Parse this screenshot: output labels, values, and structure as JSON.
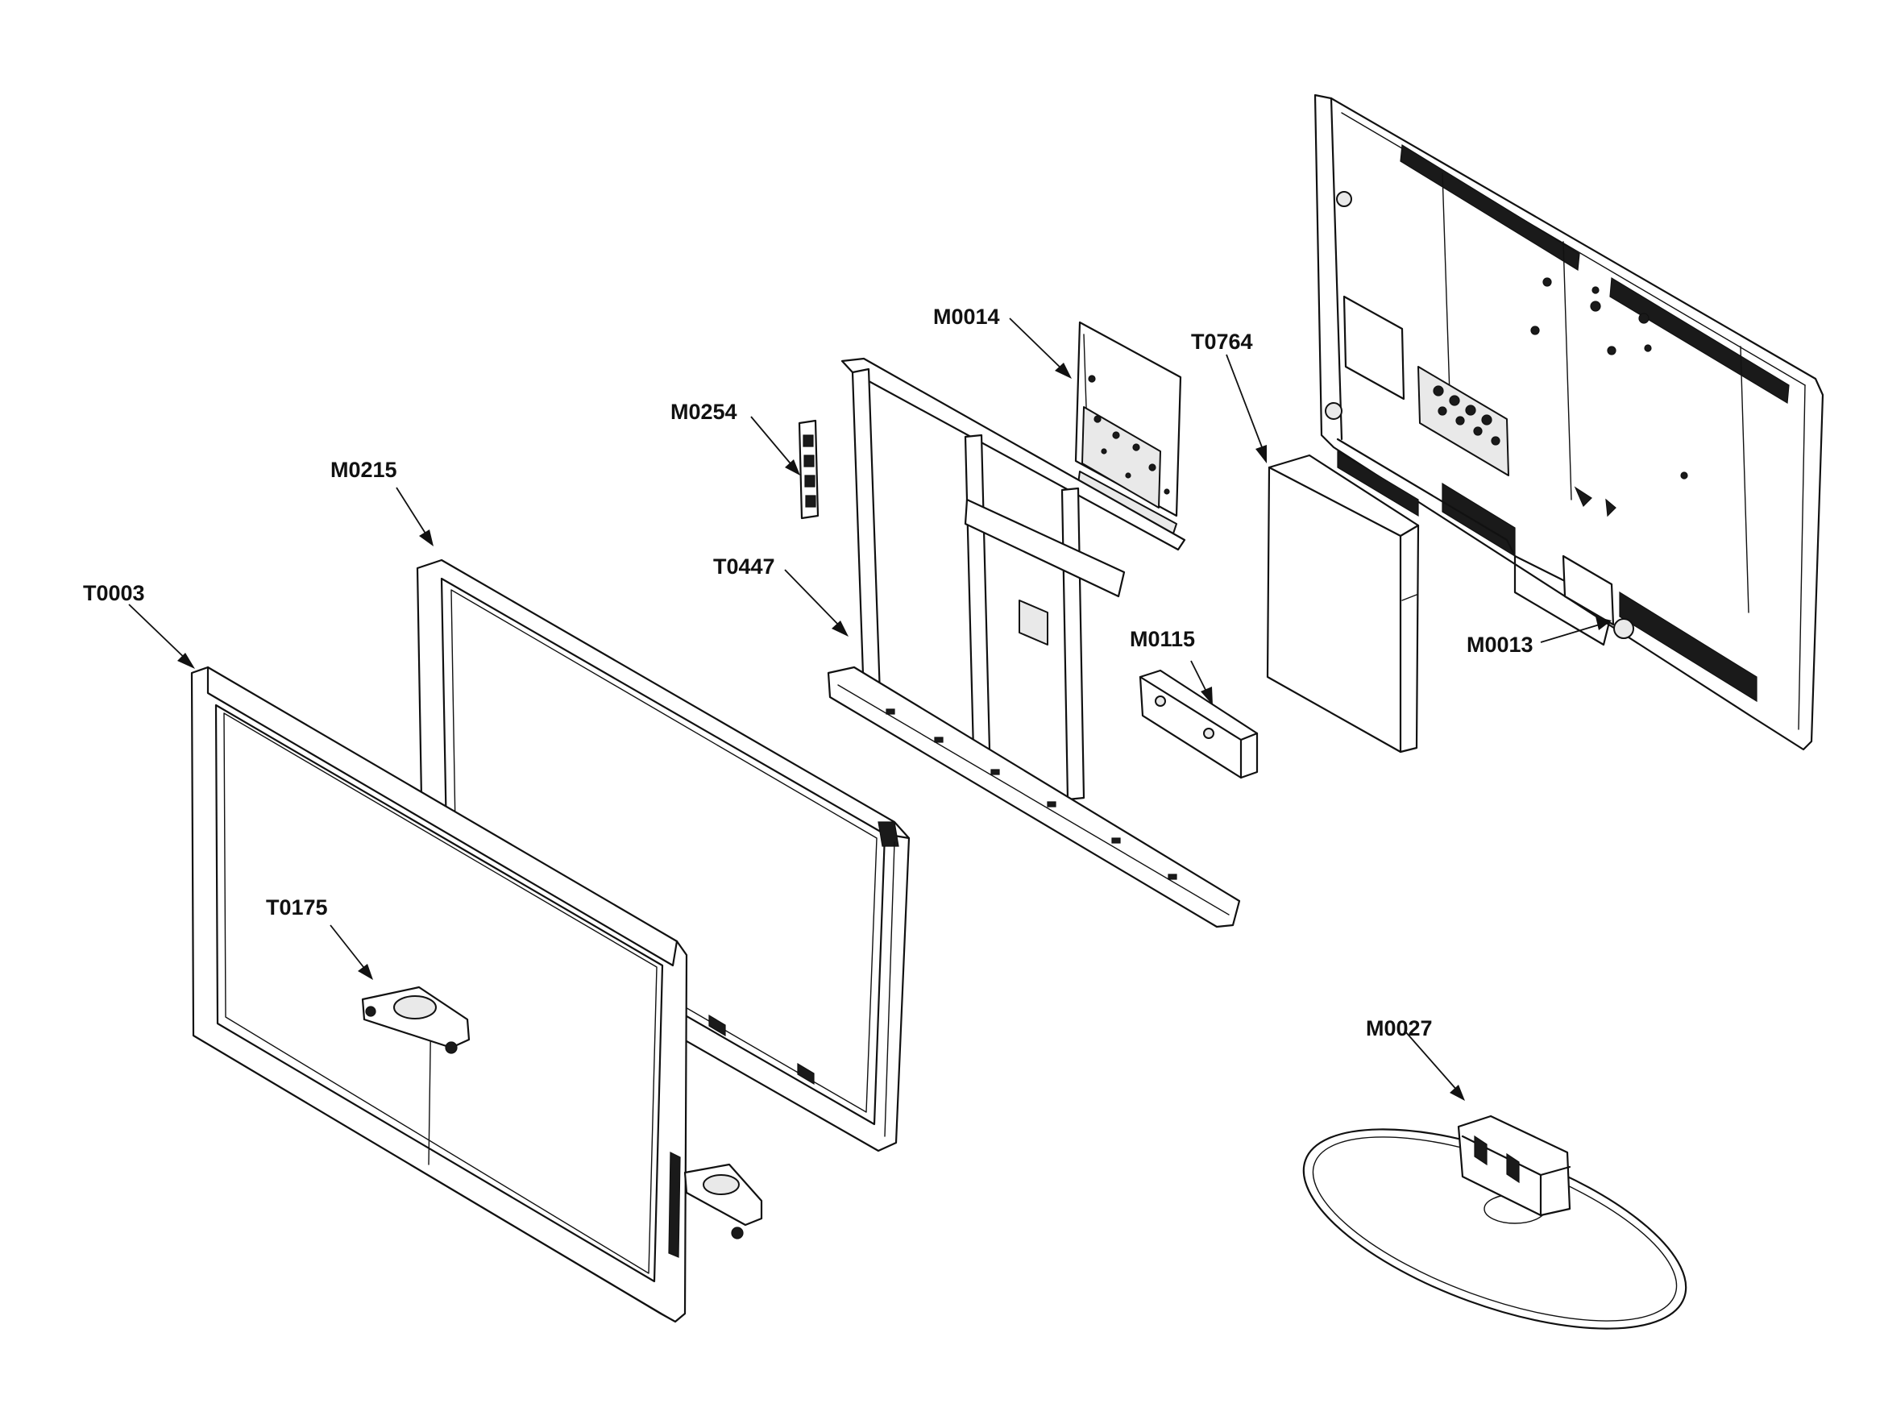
{
  "labels": {
    "T0003": "T0003",
    "M0215": "M0215",
    "M0254": "M0254",
    "M0014": "M0014",
    "T0764": "T0764",
    "T0447": "T0447",
    "M0115": "M0115",
    "M0013": "M0013",
    "T0175": "T0175",
    "M0027": "M0027"
  }
}
